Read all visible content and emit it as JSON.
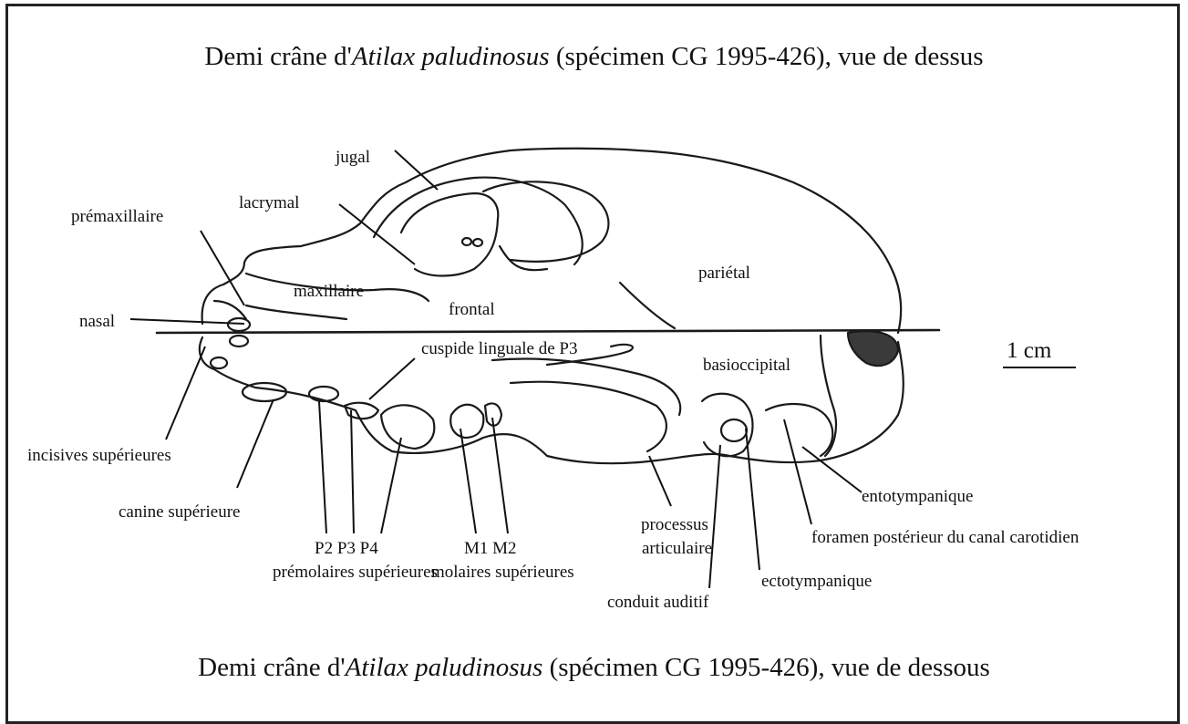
{
  "title_top": {
    "prefix": "Demi crâne d'",
    "species": "Atilax paludinosus",
    "suffix": " (spécimen CG 1995-426), vue de dessus"
  },
  "title_bottom": {
    "prefix": "Demi crâne d'",
    "species": "Atilax paludinosus",
    "suffix": " (spécimen CG 1995-426), vue de dessous"
  },
  "scale_bar": "1 cm",
  "labels": {
    "jugal": "jugal",
    "lacrymal": "lacrymal",
    "premaxillaire": "prémaxillaire",
    "maxillaire": "maxillaire",
    "frontal": "frontal",
    "parietal": "pariétal",
    "nasal": "nasal",
    "cuspide": "cuspide linguale de P3",
    "basioccipital": "basioccipital",
    "incisives": "incisives supérieures",
    "canine": "canine supérieure",
    "p2p3p4": "P2 P3 P4",
    "premolaires": "prémolaires supérieures",
    "m1m2": "M1 M2",
    "molaires": "molaires supérieures",
    "processus": "processus",
    "articulaire": "articulaire",
    "conduit": "conduit auditif",
    "ectotympanique": "ectotympanique",
    "entotympanique": "entotympanique",
    "foramen": "foramen postérieur du canal carotidien"
  }
}
